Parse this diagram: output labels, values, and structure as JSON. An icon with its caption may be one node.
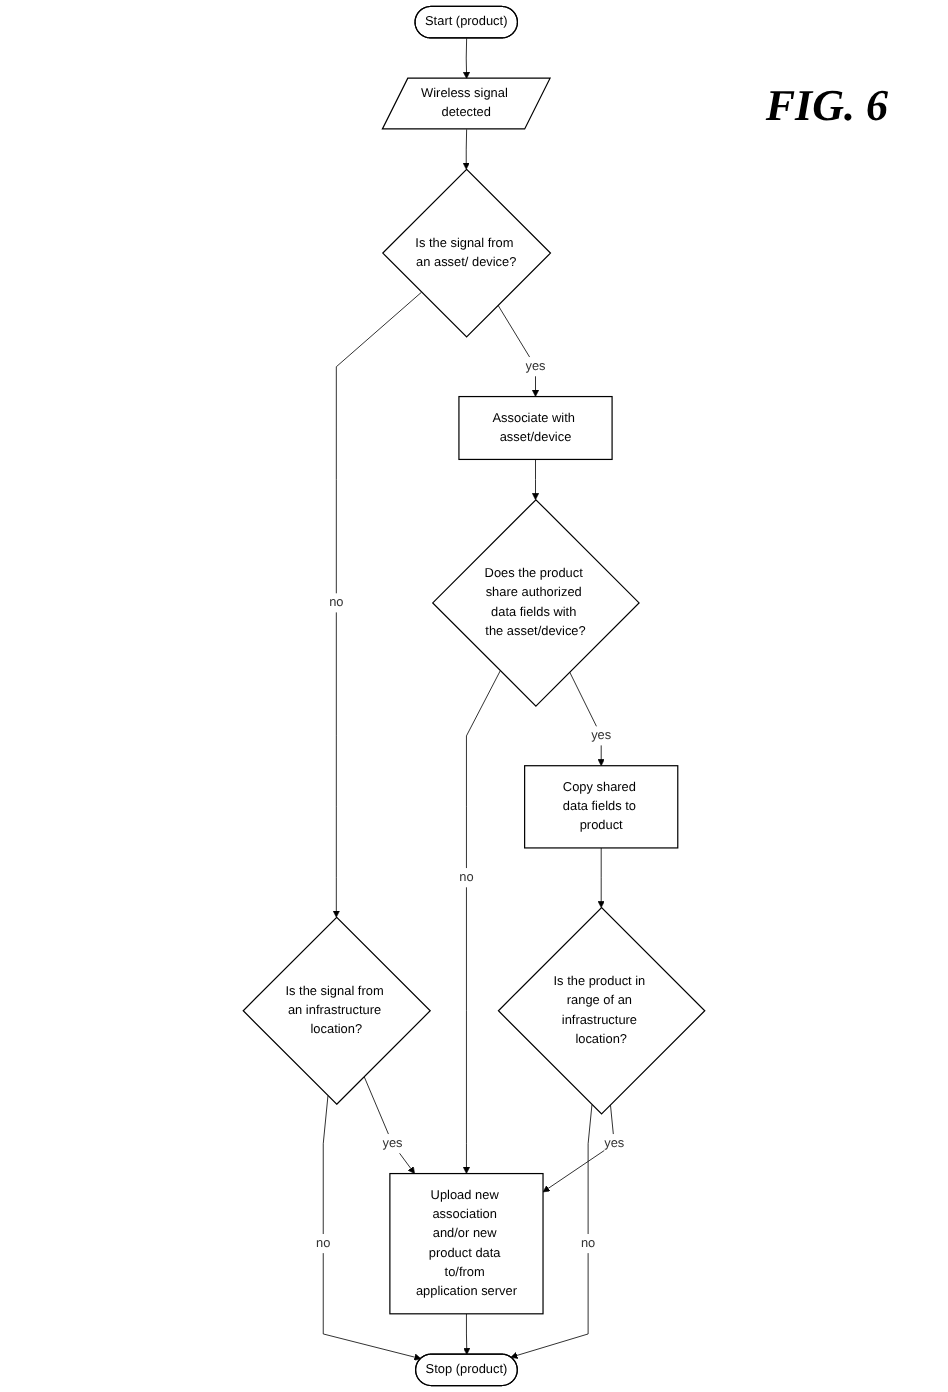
{
  "diagram": {
    "title": "FIG. 6",
    "nodes": [
      {
        "text": [
          "Start (product)"
        ]
      },
      {
        "text": [
          "Wireless signal detected"
        ]
      },
      {
        "text": [
          "Is the signal from an asset/ device?"
        ]
      },
      {
        "text": [
          "Is the signal from an infrastructure location?"
        ]
      },
      {
        "text": [
          "Associate with asset/device"
        ]
      },
      {
        "text": [
          "Does the product share authorized data fields with the asset/device?"
        ]
      },
      {
        "text": [
          "Copy shared data fields to product"
        ]
      },
      {
        "text": [
          "Is the product in range of an infrastructure location?"
        ]
      },
      {
        "text": [
          "Upload new association and/or new product data to/from application server"
        ]
      },
      {
        "text": [
          "Stop (product)"
        ]
      }
    ],
    "edges": [
      {
        "from": 0,
        "to": 1,
        "arrow": "to"
      },
      {
        "from": 1,
        "to": 2,
        "arrow": "to"
      },
      {
        "from": 2,
        "to": 3,
        "label": "no",
        "arrow": "to"
      },
      {
        "from": 3,
        "to": 9,
        "label": "no",
        "arrow": "to"
      },
      {
        "from": 2,
        "to": 4,
        "label": "yes",
        "arrow": "to"
      },
      {
        "from": 4,
        "to": 5,
        "arrow": "to"
      },
      {
        "from": 3,
        "to": 8,
        "label": "yes",
        "arrow": "to"
      },
      {
        "from": 5,
        "to": 8,
        "label": "no",
        "arrow": "to"
      },
      {
        "from": 5,
        "to": 6,
        "label": "yes",
        "arrow": "to"
      },
      {
        "from": 6,
        "to": 7,
        "arrow": "to"
      },
      {
        "from": 7,
        "to": 9,
        "label": "no",
        "arrow": "to"
      },
      {
        "from": 7,
        "to": 8,
        "label": "yes",
        "arrow": "to"
      },
      {
        "from": 8,
        "to": 9,
        "arrow": "to"
      }
    ]
  }
}
